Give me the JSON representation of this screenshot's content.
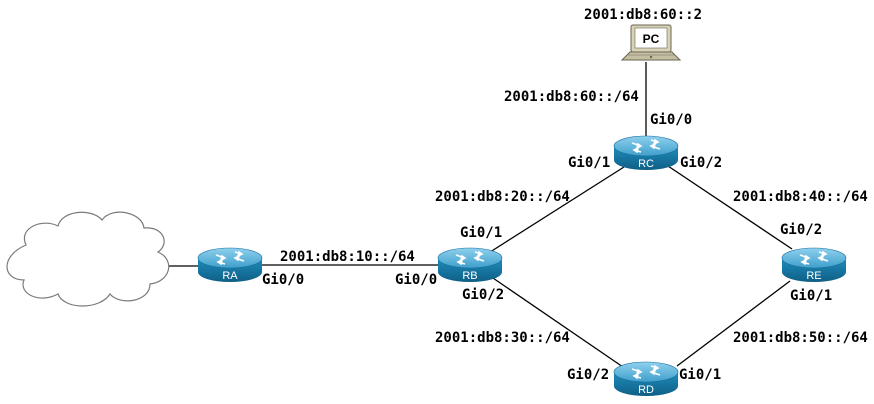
{
  "routers": {
    "ra": {
      "name": "RA",
      "interfaces": {
        "gi0_0": "Gi0/0"
      }
    },
    "rb": {
      "name": "RB",
      "interfaces": {
        "gi0_0": "Gi0/0",
        "gi0_1": "Gi0/1",
        "gi0_2": "Gi0/2"
      }
    },
    "rc": {
      "name": "RC",
      "interfaces": {
        "gi0_0": "Gi0/0",
        "gi0_1": "Gi0/1",
        "gi0_2": "Gi0/2"
      }
    },
    "rd": {
      "name": "RD",
      "interfaces": {
        "gi0_1": "Gi0/1",
        "gi0_2": "Gi0/2"
      }
    },
    "re": {
      "name": "RE",
      "interfaces": {
        "gi0_1": "Gi0/1",
        "gi0_2": "Gi0/2"
      }
    }
  },
  "pc": {
    "name": "PC",
    "address": "2001:db8:60::2"
  },
  "networks": {
    "ra_rb": "2001:db8:10::/64",
    "rb_rc": "2001:db8:20::/64",
    "rb_rd": "2001:db8:30::/64",
    "rc_re": "2001:db8:40::/64",
    "rd_re": "2001:db8:50::/64",
    "rc_pc": "2001:db8:60::/64"
  },
  "colors": {
    "router_body": "#1b7fae",
    "router_top": "#5fb3d9",
    "cloud_stroke": "#7a7a7a"
  },
  "icons": {
    "router": "router-icon",
    "pc": "laptop-icon",
    "cloud": "cloud-icon"
  }
}
